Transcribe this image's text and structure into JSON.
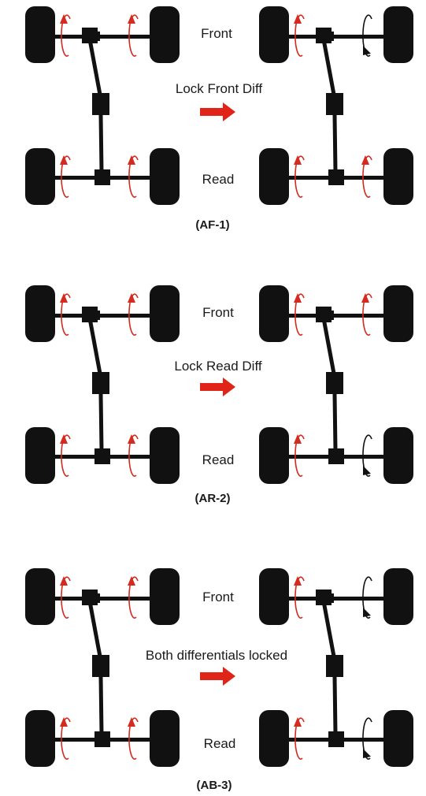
{
  "colors": {
    "rotation_active": "#d42a1f",
    "rotation_inactive": "#111111",
    "drivetrain": "#111111",
    "arrow": "#e02418"
  },
  "labels": {
    "front": "Front",
    "rear": "Read"
  },
  "panels": [
    {
      "action": "Lock Front Diff",
      "caption": "(AF-1)",
      "before": {
        "front_left": "spin",
        "front_right": "spin",
        "rear_left": "spin",
        "rear_right": "spin"
      },
      "after": {
        "front_left": "spin",
        "front_right": "idle",
        "rear_left": "spin",
        "rear_right": "spin"
      }
    },
    {
      "action": "Lock Read Diff",
      "caption": "(AR-2)",
      "before": {
        "front_left": "spin",
        "front_right": "spin",
        "rear_left": "spin",
        "rear_right": "spin"
      },
      "after": {
        "front_left": "spin",
        "front_right": "spin",
        "rear_left": "spin",
        "rear_right": "idle"
      }
    },
    {
      "action": "Both differentials locked",
      "caption": "(AB-3)",
      "before": {
        "front_left": "spin",
        "front_right": "spin",
        "rear_left": "spin",
        "rear_right": "spin"
      },
      "after": {
        "front_left": "spin",
        "front_right": "idle",
        "rear_left": "spin",
        "rear_right": "idle"
      }
    }
  ]
}
